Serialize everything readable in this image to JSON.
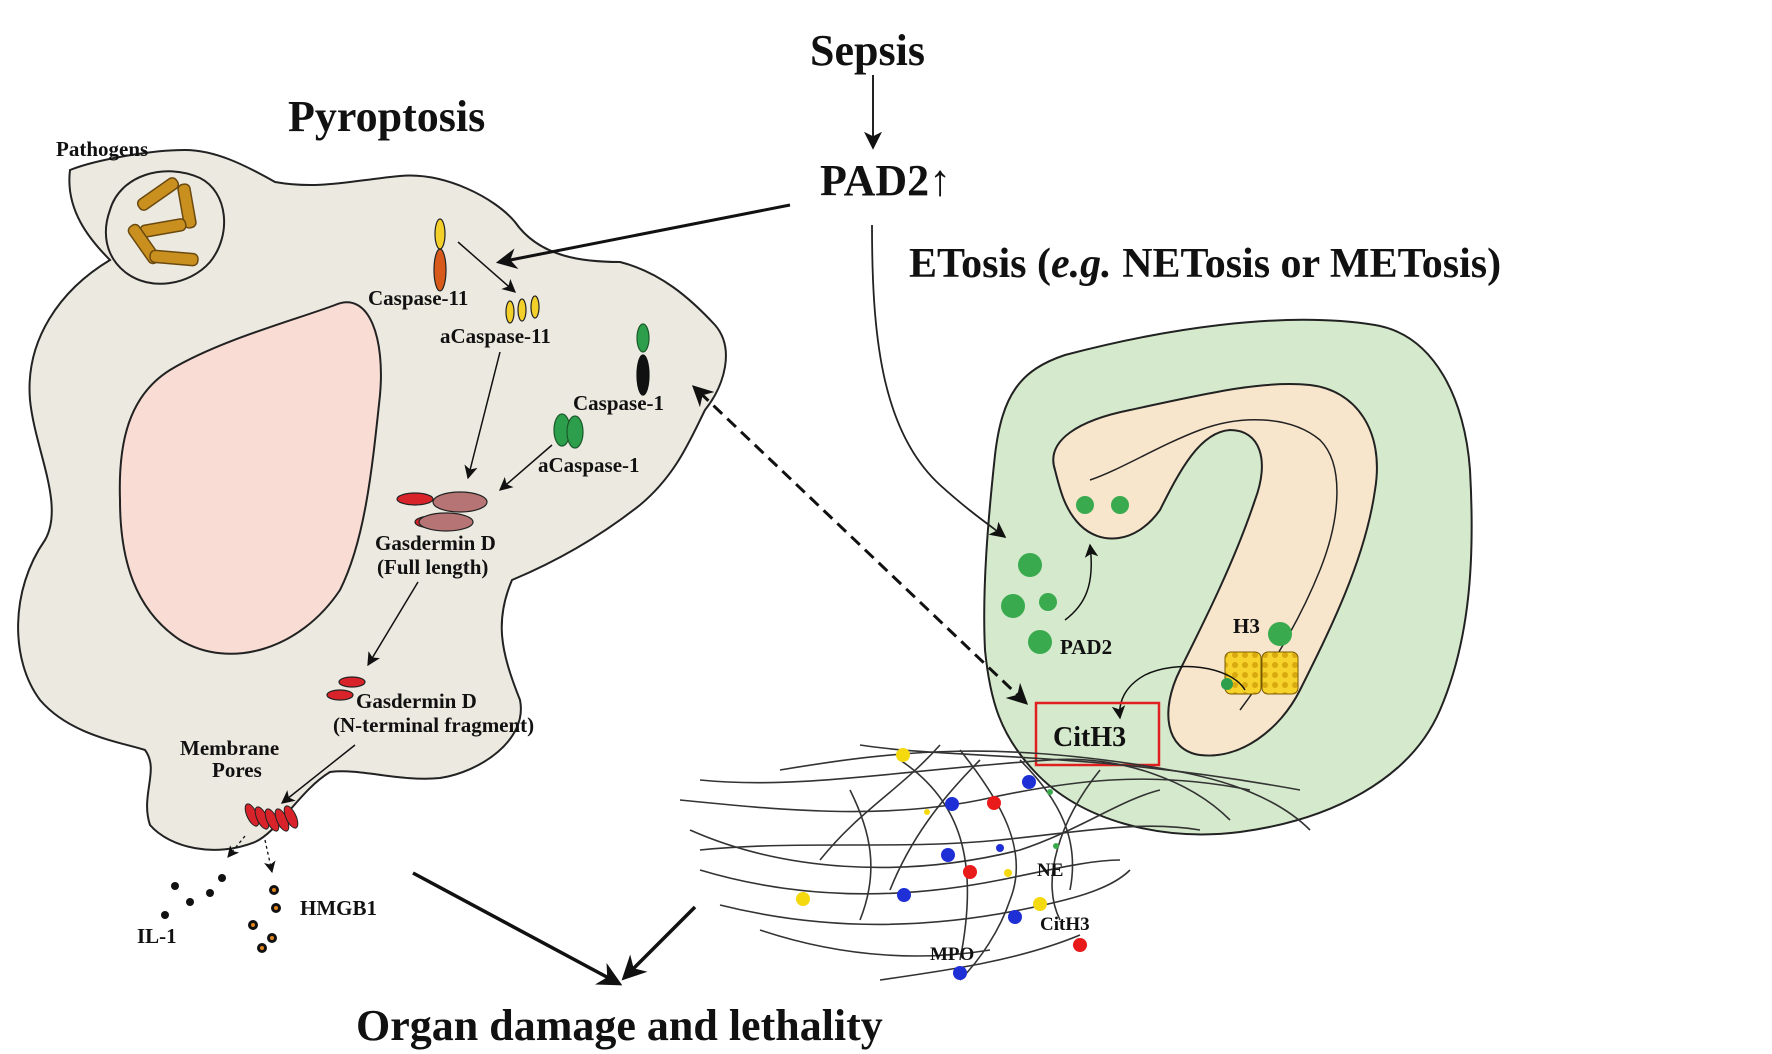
{
  "title_sepsis": "Sepsis",
  "title_pad2": "PAD2↑",
  "title_pyroptosis": "Pyroptosis",
  "title_etosis_prefix": "ETosis (",
  "title_etosis_eg": "e.g.",
  "title_etosis_suffix": " NETosis or METosis)",
  "title_outcome": "Organ damage and lethality",
  "pyroptosis_labels": {
    "pathogens": "Pathogens",
    "caspase11": "Caspase-11",
    "acaspase11": "aCaspase-11",
    "caspase1": "Caspase-1",
    "acaspase1": "aCaspase-1",
    "gsdmd_full_1": "Gasdermin D",
    "gsdmd_full_2": "(Full length)",
    "gsdmd_nterm_1": "Gasdermin D",
    "gsdmd_nterm_2": "(N-terminal fragment)",
    "pores_1": "Membrane",
    "pores_2": "Pores",
    "il1": "IL-1",
    "hmgb1": "HMGB1"
  },
  "etosis_labels": {
    "pad2": "PAD2",
    "h3": "H3",
    "cith3_box": "CitH3",
    "ne": "NE",
    "cith3_net": "CitH3",
    "mpo": "MPO"
  },
  "colors": {
    "cell_fill": "#ebe9e0",
    "nucleus_fill": "#f9ddd5",
    "neutrophil_fill": "#d5eacc",
    "neutrophil_nucleus": "#f7e5cc",
    "pathogen": "#c9901f",
    "caspase11_orange": "#d85a1a",
    "caspase11_yellow": "#f3cf2a",
    "caspase_green": "#2d9e4b",
    "gasdermin_full": "#b77474",
    "gasdermin_red": "#d9232a",
    "granule_green": "#3aaa4e",
    "highlight_box": "#e02020",
    "net_yellow": "#f5d90f",
    "net_blue": "#1f2fd6",
    "net_red": "#e81a1a"
  }
}
